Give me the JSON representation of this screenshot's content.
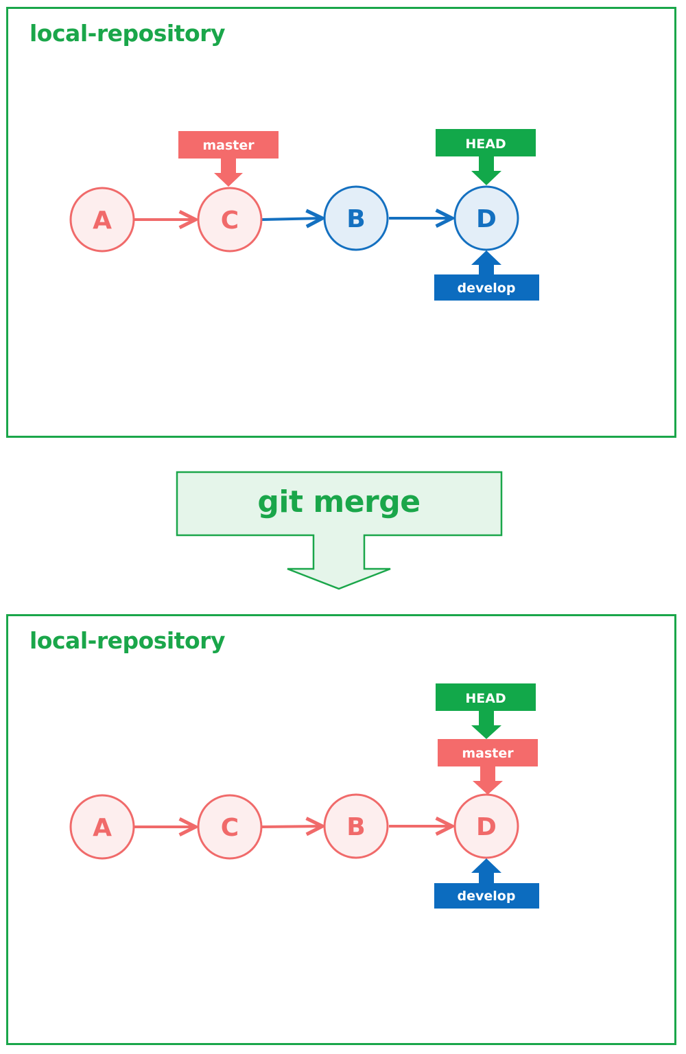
{
  "colors": {
    "green": "#1aa64a",
    "green_fill": "#e5f5ea",
    "red": "#f06a6a",
    "red_fill": "#fdeeee",
    "blue": "#1470c0",
    "blue_fill": "#e3eef8",
    "ref_red": "#f46b6b",
    "ref_blue": "#0c6cbf",
    "ref_green": "#12a84a"
  },
  "before": {
    "title": "local-repository",
    "commits": {
      "a": "A",
      "c": "C",
      "b": "B",
      "d": "D"
    },
    "refs": {
      "master": "master",
      "head": "HEAD",
      "develop": "develop"
    }
  },
  "action": {
    "label": "git merge"
  },
  "after": {
    "title": "local-repository",
    "commits": {
      "a": "A",
      "c": "C",
      "b": "B",
      "d": "D"
    },
    "refs": {
      "head": "HEAD",
      "master": "master",
      "develop": "develop"
    }
  }
}
